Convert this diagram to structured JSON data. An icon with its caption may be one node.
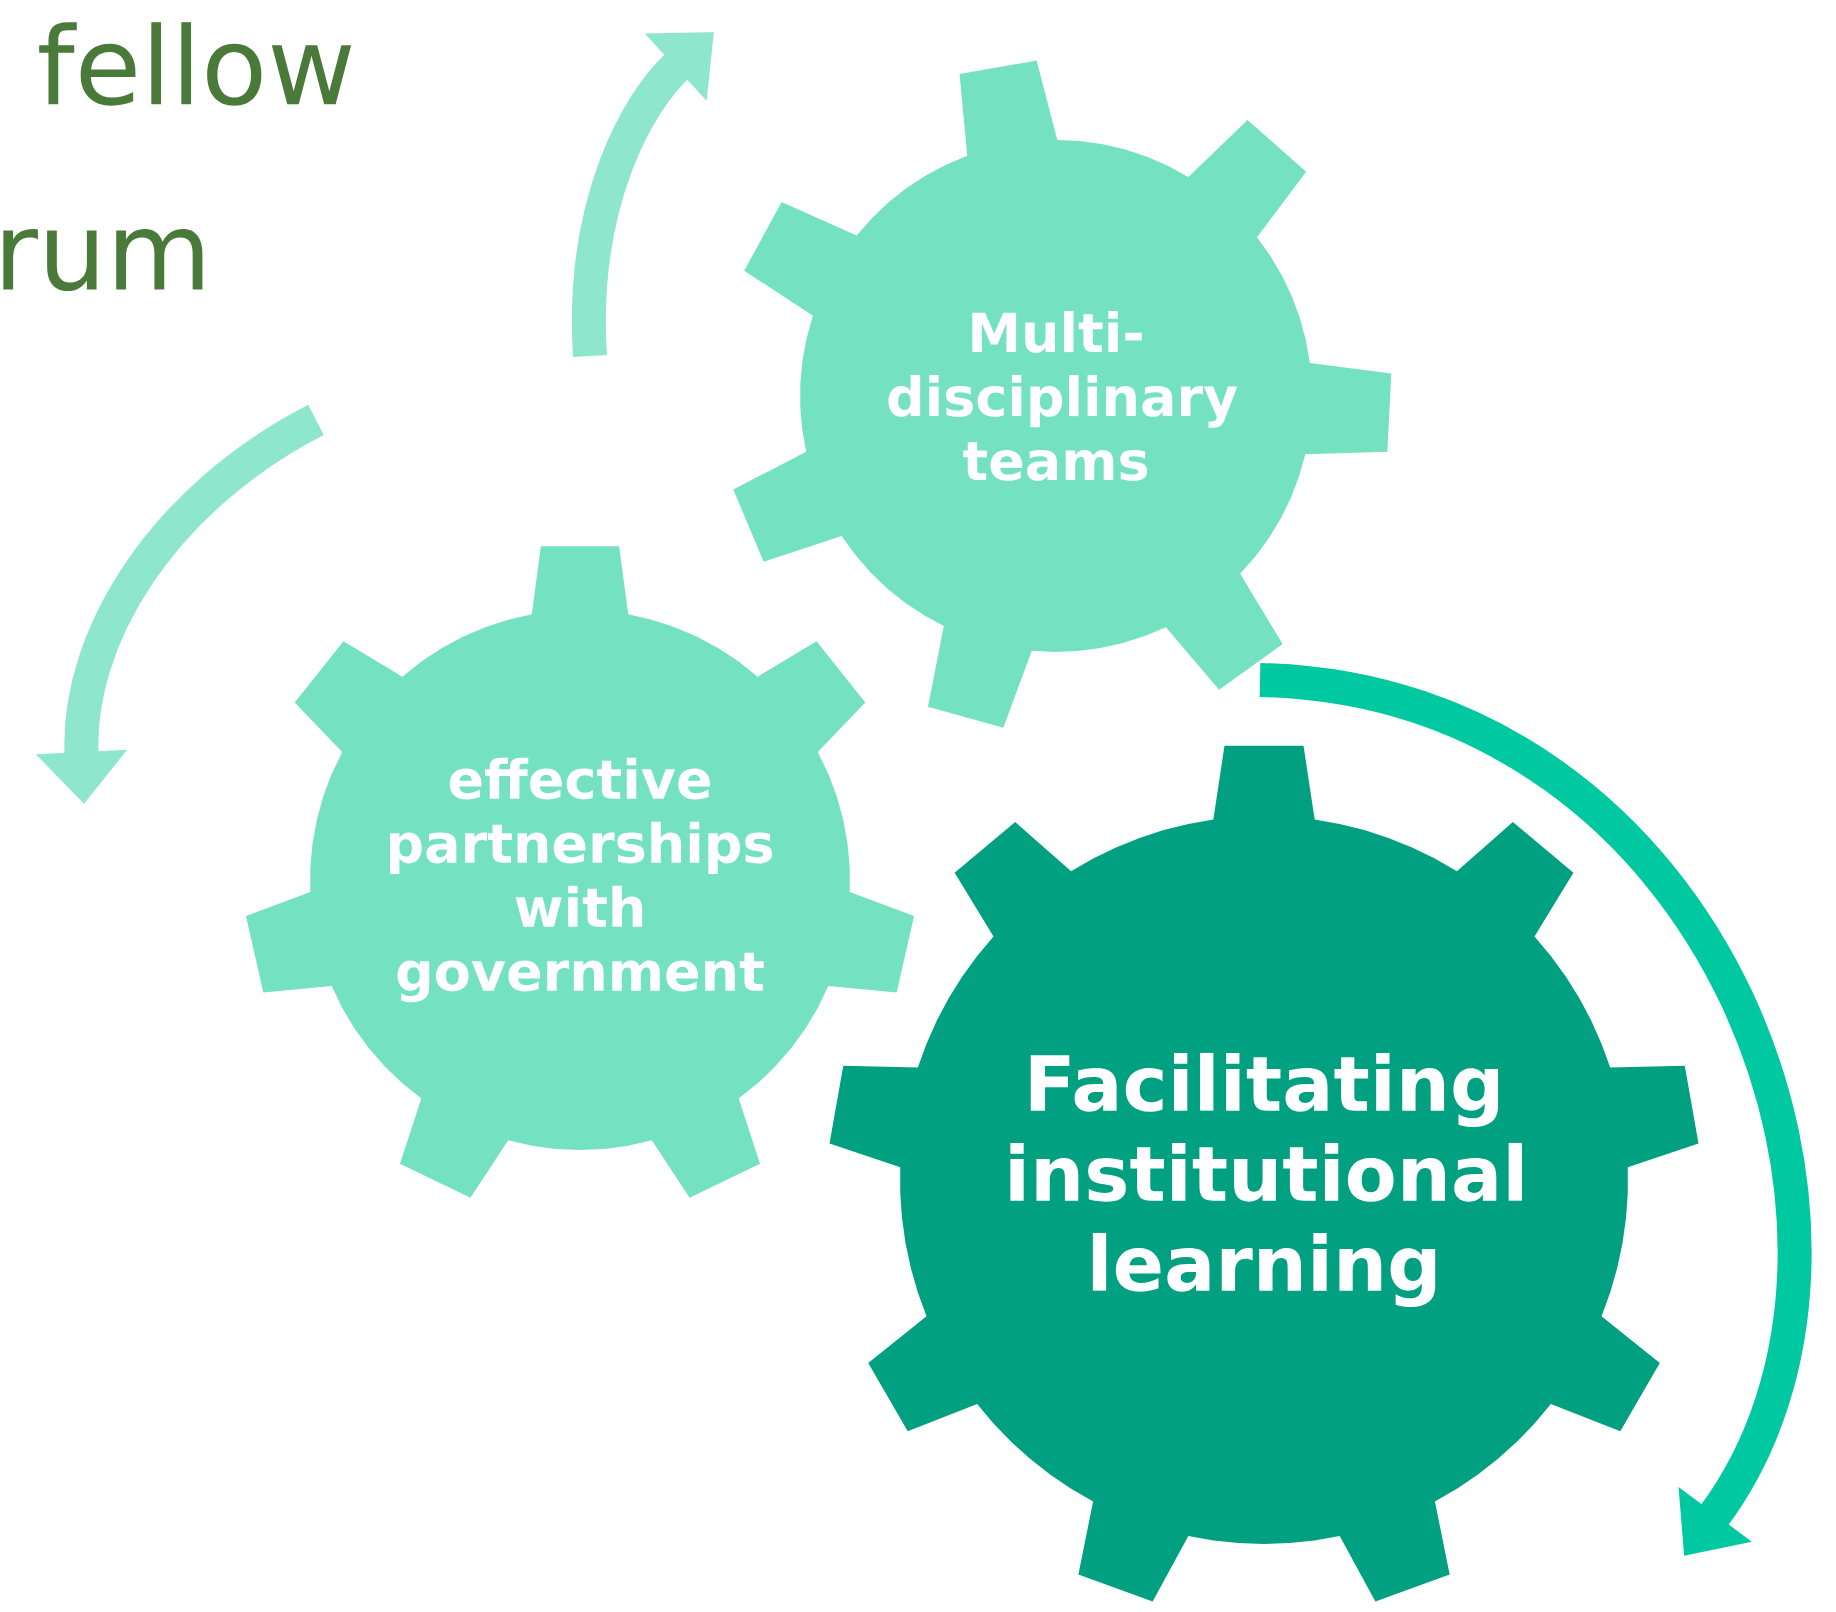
{
  "diagram": {
    "nodes": [
      {
        "text": [
          "Multi-disciplinary teams"
        ]
      },
      {
        "text": [
          "effective partnerships with government"
        ]
      },
      {
        "text": [
          "Facilitating institutional learning"
        ]
      }
    ],
    "labels": [
      "fellow",
      "rum"
    ]
  }
}
